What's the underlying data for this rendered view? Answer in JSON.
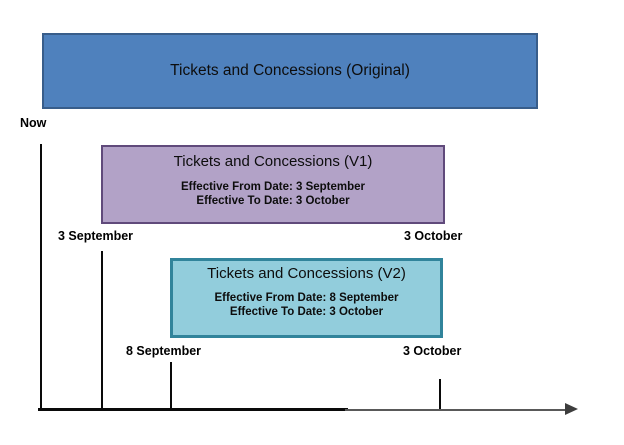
{
  "diagram": {
    "original": {
      "title": "Tickets and Concessions (Original)"
    },
    "v1": {
      "title": "Tickets and Concessions (V1)",
      "effective_from": "Effective From Date: 3 September",
      "effective_to": "Effective To Date: 3 October"
    },
    "v2": {
      "title": "Tickets and Concessions (V2)",
      "effective_from": "Effective From Date: 8 September",
      "effective_to": "Effective To Date: 3 October"
    },
    "timeline": {
      "now_label": "Now",
      "v1_from_label": "3 September",
      "v1_to_label": "3 October",
      "v2_from_label": "8 September",
      "v2_to_label": "3 October"
    }
  },
  "colors": {
    "original_fill": "#4F81BD",
    "original_border": "#385D8A",
    "v1_fill": "#B2A2C7",
    "v1_border": "#604A7B",
    "v2_fill": "#92CDDC",
    "v2_border": "#31849B",
    "axis": "#0a0a0a",
    "axis_gray": "#595959"
  }
}
